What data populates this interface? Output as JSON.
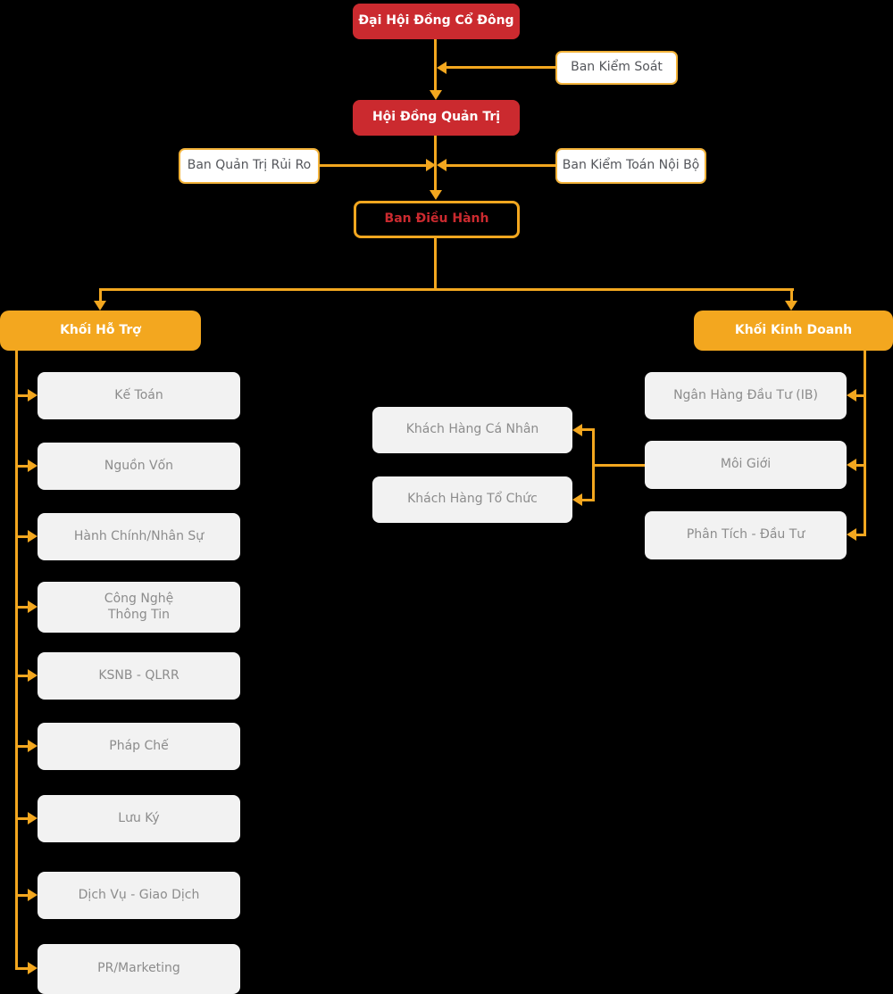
{
  "palette": {
    "background": "#000000",
    "red": "#CB2A2F",
    "gold": "#F3A71F",
    "gold_border": "#F2B239",
    "item_box_bg": "#F2F2F2",
    "item_text": "#8C8C8C",
    "outline_box_text": "#54565B",
    "white": "#FFFFFF"
  },
  "chart": {
    "shareholders": "Đại Hội Đồng Cổ Đông",
    "supervisory_board": "Ban Kiểm Soát",
    "board_of_directors": "Hội Đồng Quản Trị",
    "risk_management": "Ban Quản Trị Rủi Ro",
    "internal_audit": "Ban Kiểm Toán Nội Bộ",
    "executive_board": "Ban Điều Hành",
    "support_division": "Khối Hỗ Trợ",
    "business_division": "Khối Kinh Doanh",
    "support_departments": [
      "Kế Toán",
      "Nguồn Vốn",
      "Hành Chính/Nhân Sự",
      "Công Nghệ\nThông Tin",
      "KSNB - QLRR",
      "Pháp Chế",
      "Lưu Ký",
      "Dịch Vụ - Giao Dịch",
      "PR/Marketing"
    ],
    "customer_segments": [
      "Khách Hàng Cá Nhân",
      "Khách Hàng Tổ Chức"
    ],
    "business_departments": [
      "Ngân Hàng Đầu Tư (IB)",
      "Môi Giới",
      "Phân Tích - Đầu Tư"
    ]
  }
}
